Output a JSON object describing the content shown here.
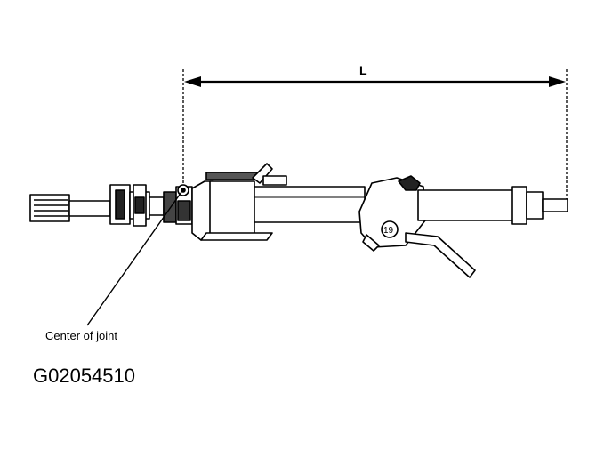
{
  "diagram": {
    "dimension_label": "L",
    "callout_label": "Center of joint",
    "figure_id": "G02054510",
    "ink_color": "#000000",
    "background_color": "#ffffff"
  }
}
